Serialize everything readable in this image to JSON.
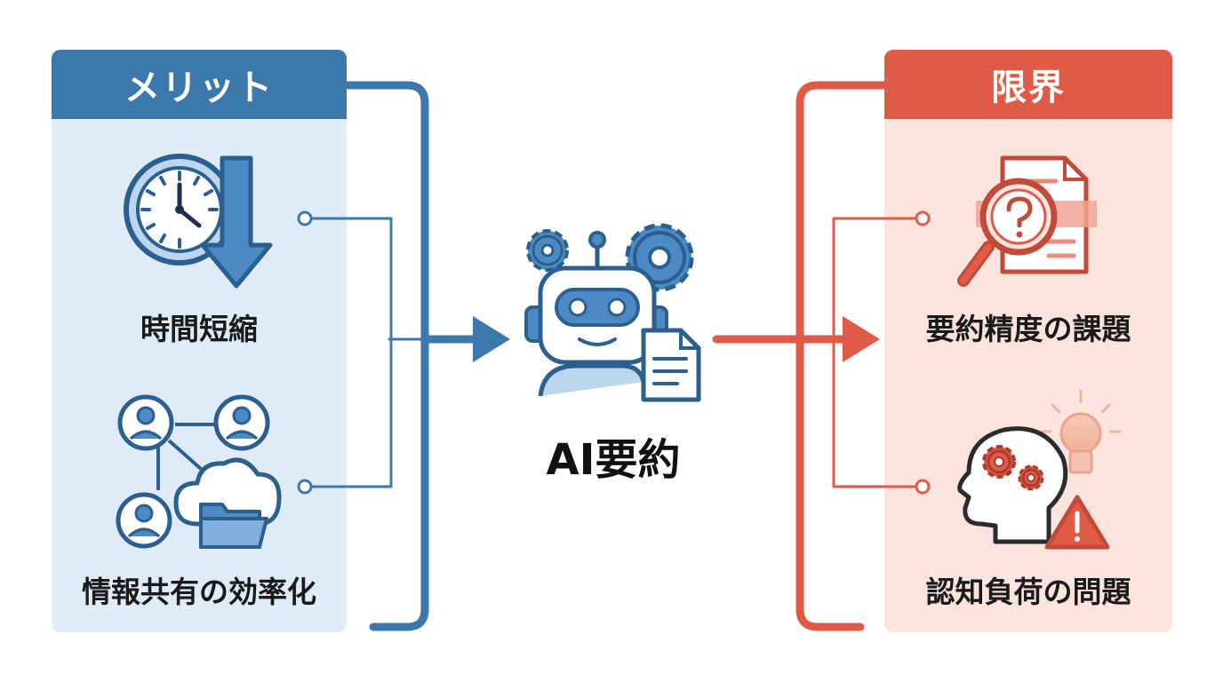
{
  "left_panel": {
    "title": "メリット",
    "items": [
      {
        "label": "時間短縮",
        "icon": "clock-down-arrow-icon"
      },
      {
        "label": "情報共有の効率化",
        "icon": "network-cloud-folder-icon"
      }
    ]
  },
  "center": {
    "label": "AI要約",
    "icon": "robot-document-gears-icon"
  },
  "right_panel": {
    "title": "限界",
    "items": [
      {
        "label": "要約精度の課題",
        "icon": "document-magnifier-question-icon"
      },
      {
        "label": "認知負荷の問題",
        "icon": "head-gears-warning-icon"
      }
    ]
  },
  "colors": {
    "blue": "#3d78ad",
    "blue_light": "#dfecf7",
    "red": "#e05a48",
    "red_light": "#fbe3de"
  }
}
